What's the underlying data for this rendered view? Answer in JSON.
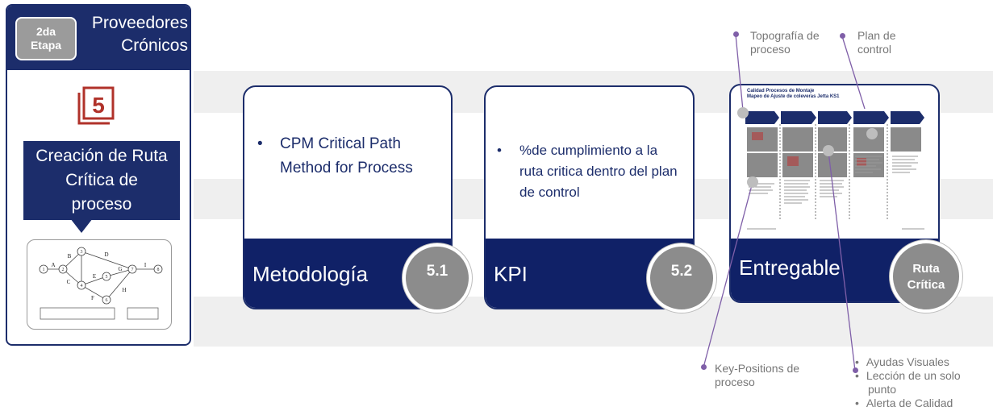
{
  "left_panel": {
    "stage_badge_line1": "2da",
    "stage_badge_line2": "Etapa",
    "title_line1": "Proveedores",
    "title_line2": "Crónicos",
    "step_number": "5",
    "callout_text": "Creación de Ruta Crítica de proceso",
    "diagram_nodes": [
      "1",
      "2",
      "3",
      "4",
      "5",
      "6",
      "7",
      "8"
    ],
    "diagram_edges": [
      "A",
      "B",
      "C",
      "D",
      "E",
      "F",
      "G",
      "H",
      "I"
    ]
  },
  "cards": [
    {
      "bullet": "CPM Critical Path Method for Process",
      "label": "Metodología",
      "number": "5.1"
    },
    {
      "bullet": "%de cumplimiento a la ruta critica dentro del plan de control",
      "label": "KPI",
      "number": "5.2"
    }
  ],
  "deliverable": {
    "label": "Entregable",
    "badge_line1": "Ruta",
    "badge_line2": "Crítica",
    "doc_title_line1": "Calidad Procesos de Montaje",
    "doc_title_line2": "Mapeo de Ajuste de coleveras Jetta KS1"
  },
  "annotations": {
    "topografia": "Topografía de proceso",
    "plan_control": "Plan de control",
    "key_positions": "Key-Positions de proceso",
    "list": [
      "Ayudas Visuales",
      "Lección de un solo punto",
      "Alerta de Calidad"
    ]
  },
  "colors": {
    "navy": "#1c2d6b",
    "gray_badge": "#8c8c8c",
    "band": "#efefef",
    "annotation_line": "#7f5fa8",
    "icon_red": "#b0322a"
  }
}
